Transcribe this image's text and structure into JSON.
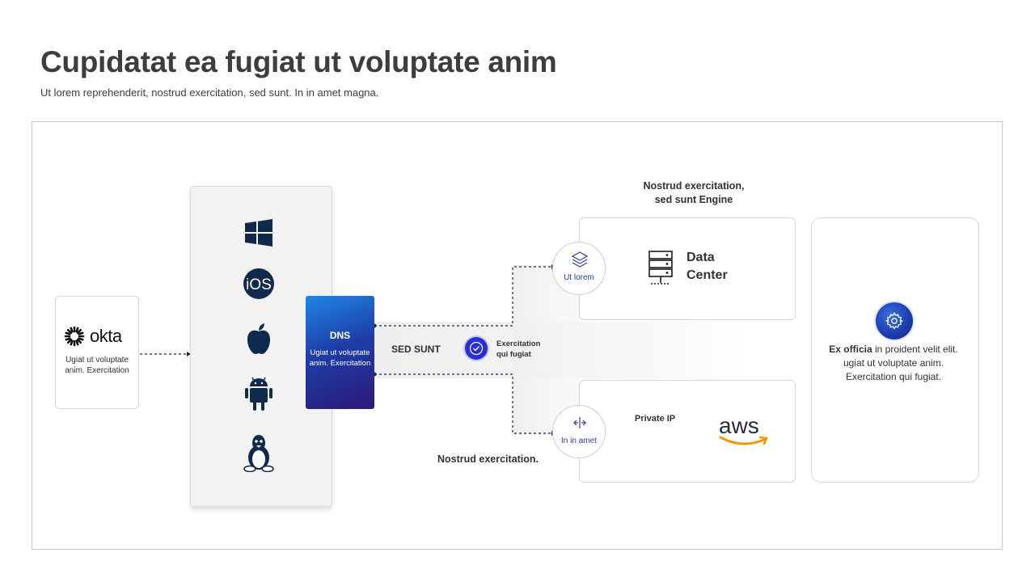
{
  "header": {
    "title": "Cupidatat ea fugiat ut voluptate anim",
    "subtitle": "Ut lorem reprehenderit, nostrud exercitation, sed sunt. In in amet magna."
  },
  "okta": {
    "brand": "okta",
    "description": "Ugiat ut voluptate anim. Exercitation"
  },
  "os_panel": {
    "icons": [
      "windows-icon",
      "ios-icon",
      "apple-icon",
      "android-icon",
      "linux-icon"
    ],
    "ios_text": "iOS"
  },
  "dns": {
    "title": "DNS",
    "description": "Ugiat ut voluptate anim. Exercitation"
  },
  "flow": {
    "sed_sunt": "SED SUNT",
    "check_label_line1": "Exercitation",
    "check_label_line2": "qui fugiat",
    "nostrud_label": "Nostrud exercitation."
  },
  "engine": {
    "label_line1": "Nostrud exercitation,",
    "label_line2": "sed sunt Engine",
    "node_label": "Ut lorem",
    "data_center_line1": "Data",
    "data_center_line2": "Center"
  },
  "aws": {
    "node_label": "In in amet",
    "private_ip": "Private IP",
    "brand": "aws"
  },
  "right_panel": {
    "bold_text": "Ex officia",
    "text": " in proident velit elit. ugiat ut voluptate anim. Exercitation qui fugiat."
  },
  "colors": {
    "dns_gradient_start": "#1e88e5",
    "dns_gradient_end": "#2c1a78",
    "accent_blue": "#2a2fd0",
    "dark_navy": "#0f2a4a",
    "aws_orange": "#f79400"
  }
}
